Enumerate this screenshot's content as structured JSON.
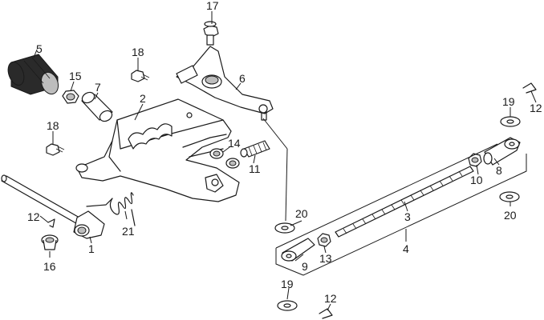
{
  "callouts": [
    {
      "id": "c1",
      "text": "1"
    },
    {
      "id": "c2",
      "text": "2"
    },
    {
      "id": "c3",
      "text": "3"
    },
    {
      "id": "c4",
      "text": "4"
    },
    {
      "id": "c5",
      "text": "5"
    },
    {
      "id": "c6",
      "text": "6"
    },
    {
      "id": "c7",
      "text": "7"
    },
    {
      "id": "c8",
      "text": "8"
    },
    {
      "id": "c9",
      "text": "9"
    },
    {
      "id": "c10",
      "text": "10"
    },
    {
      "id": "c11",
      "text": "11"
    },
    {
      "id": "c12a",
      "text": "12"
    },
    {
      "id": "c12b",
      "text": "12"
    },
    {
      "id": "c12c",
      "text": "12"
    },
    {
      "id": "c13",
      "text": "13"
    },
    {
      "id": "c14",
      "text": "14"
    },
    {
      "id": "c15",
      "text": "15"
    },
    {
      "id": "c16",
      "text": "16"
    },
    {
      "id": "c17",
      "text": "17"
    },
    {
      "id": "c18a",
      "text": "18"
    },
    {
      "id": "c18b",
      "text": "18"
    },
    {
      "id": "c19a",
      "text": "19"
    },
    {
      "id": "c19b",
      "text": "19"
    },
    {
      "id": "c20a",
      "text": "20"
    },
    {
      "id": "c20b",
      "text": "20"
    },
    {
      "id": "c21",
      "text": "21"
    }
  ]
}
